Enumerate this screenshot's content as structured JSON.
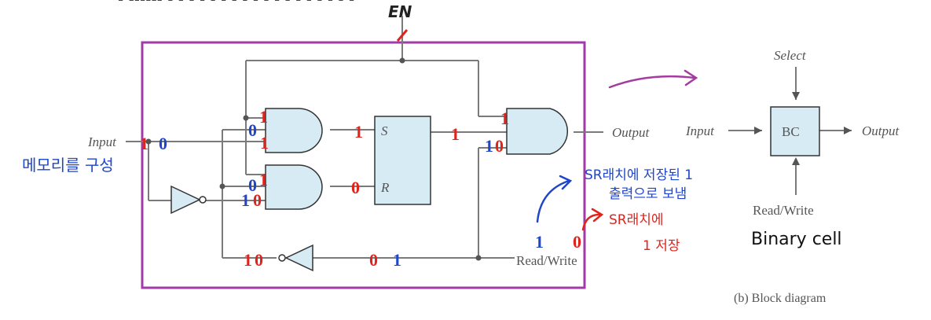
{
  "top_text": "- ------ - - - - - -  -  - -   - -  - - -  - - - -",
  "en_label": "EN",
  "circuit": {
    "input_label": "Input",
    "s_label": "S",
    "r_label": "R",
    "output_label": "Output",
    "readwrite_label": "Read/Write"
  },
  "block": {
    "select_label": "Select",
    "input_label": "Input",
    "bc_label": "BC",
    "output_label": "Output",
    "readwrite_label": "Read/Write",
    "caption": "(b) Block diagram"
  },
  "annotations": {
    "memory_note": "메모리를 구성",
    "sr_output_note_1": "SR래치에 저장된 1",
    "sr_output_note_2": "출력으로 보냄",
    "sr_store_note_1": "SR래치에",
    "sr_store_note_2": "1 저장",
    "binary_cell": "Binary cell",
    "mark_input_1": "1",
    "mark_input_0": "0",
    "mark_and1_a": "1",
    "mark_and1_b": "0",
    "mark_and1_c": "1",
    "mark_and2_a": "1",
    "mark_and2_b": "0",
    "mark_and2_c": "1",
    "mark_and2_d": "0",
    "mark_s": "1",
    "mark_r": "0",
    "mark_q": "1",
    "mark_out_a": "1",
    "mark_out_b": "1",
    "mark_out_c": "0",
    "mark_inv_1": "1",
    "mark_inv_0": "0",
    "mark_rw_0": "0",
    "mark_rw_1": "1",
    "mark_blue_1": "1",
    "mark_red_0": "0"
  },
  "colors": {
    "frame": "#a23aa8",
    "wire": "#7a7a7a",
    "gate_fill": "#d7ebf5",
    "gate_stroke": "#333333",
    "red": "#e0241c",
    "blue": "#1f46c8",
    "purple_arrow": "#a53aa0"
  }
}
